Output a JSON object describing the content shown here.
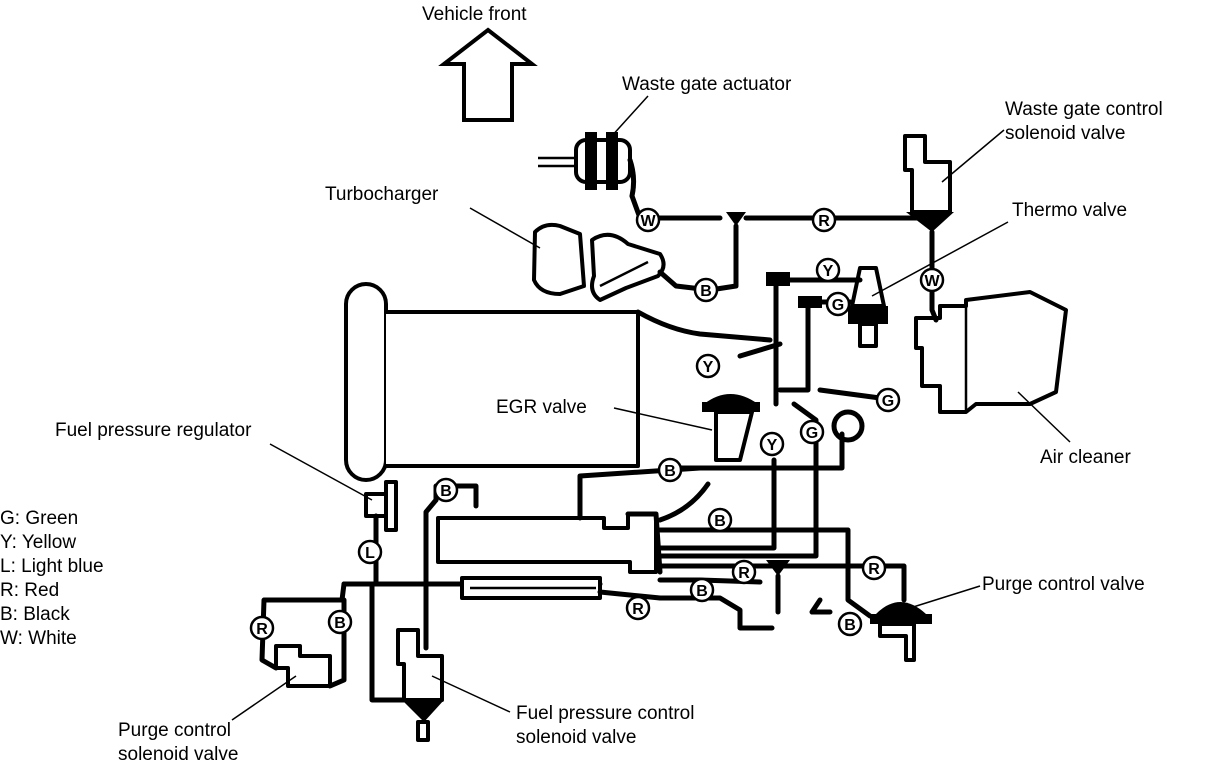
{
  "labels": {
    "vehicle_front": "Vehicle  front",
    "waste_gate_actuator": "Waste gate actuator",
    "waste_gate_control_1": "Waste gate control",
    "waste_gate_control_2": "solenoid valve",
    "turbocharger": "Turbocharger",
    "thermo_valve": "Thermo valve",
    "egr_valve": "EGR valve",
    "fuel_pressure_regulator": "Fuel pressure regulator",
    "air_cleaner": "Air cleaner",
    "purge_control_valve": "Purge control valve",
    "fuel_pressure_control_1": "Fuel pressure control",
    "fuel_pressure_control_2": "solenoid valve",
    "purge_control_solenoid_1": "Purge control",
    "purge_control_solenoid_2": "solenoid valve"
  },
  "legend": [
    "G: Green",
    "Y: Yellow",
    "L: Light blue",
    "R: Red",
    "B: Black",
    "W: White"
  ],
  "hose_tags": {
    "W": "W",
    "R": "R",
    "B": "B",
    "Y": "Y",
    "G": "G",
    "L": "L"
  }
}
